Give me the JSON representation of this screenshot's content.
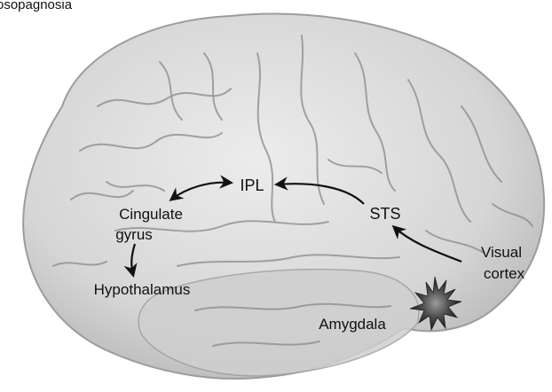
{
  "title": "osopagnosia",
  "labels": {
    "ipl": "IPL",
    "cingulate_line1": "Cingulate",
    "cingulate_line2": "gyrus",
    "hypothalamus": "Hypothalamus",
    "sts": "STS",
    "visual_line1": "Visual",
    "visual_line2": "cortex",
    "amygdala": "Amygdala"
  },
  "colors": {
    "brain_fill": "#dcdcdc",
    "brain_shadow": "#b8b8b8",
    "sulcus": "#8a8a8a",
    "arrow": "#111111",
    "star_center": "#5a5a5a"
  }
}
